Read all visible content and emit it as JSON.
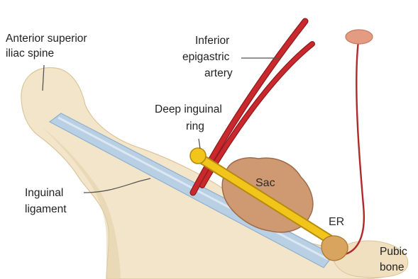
{
  "diagram": {
    "labels": {
      "asis_line1": "Anterior superior",
      "asis_line2": "iliac spine",
      "iea_line1": "Inferior",
      "iea_line2": "epigastric",
      "iea_line3": "artery",
      "dir_line1": "Deep inguinal",
      "dir_line2": "ring",
      "sac": "Sac",
      "lig_line1": "Inguinal",
      "lig_line2": "ligament",
      "er": "ER",
      "pubic_line1": "Pubic",
      "pubic_line2": "bone"
    },
    "colors": {
      "bone": "#f3e5c9",
      "bone_shadow": "#e2cfa8",
      "ligament": "#b9cfe3",
      "ligament_edge": "#8fb0cf",
      "artery": "#c9282d",
      "artery_dark": "#8f1a1e",
      "cord": "#f2c51a",
      "cord_edge": "#b48a10",
      "sac": "#cf9a72",
      "sac_edge": "#9e6a48",
      "testis": "#e39b82"
    }
  }
}
